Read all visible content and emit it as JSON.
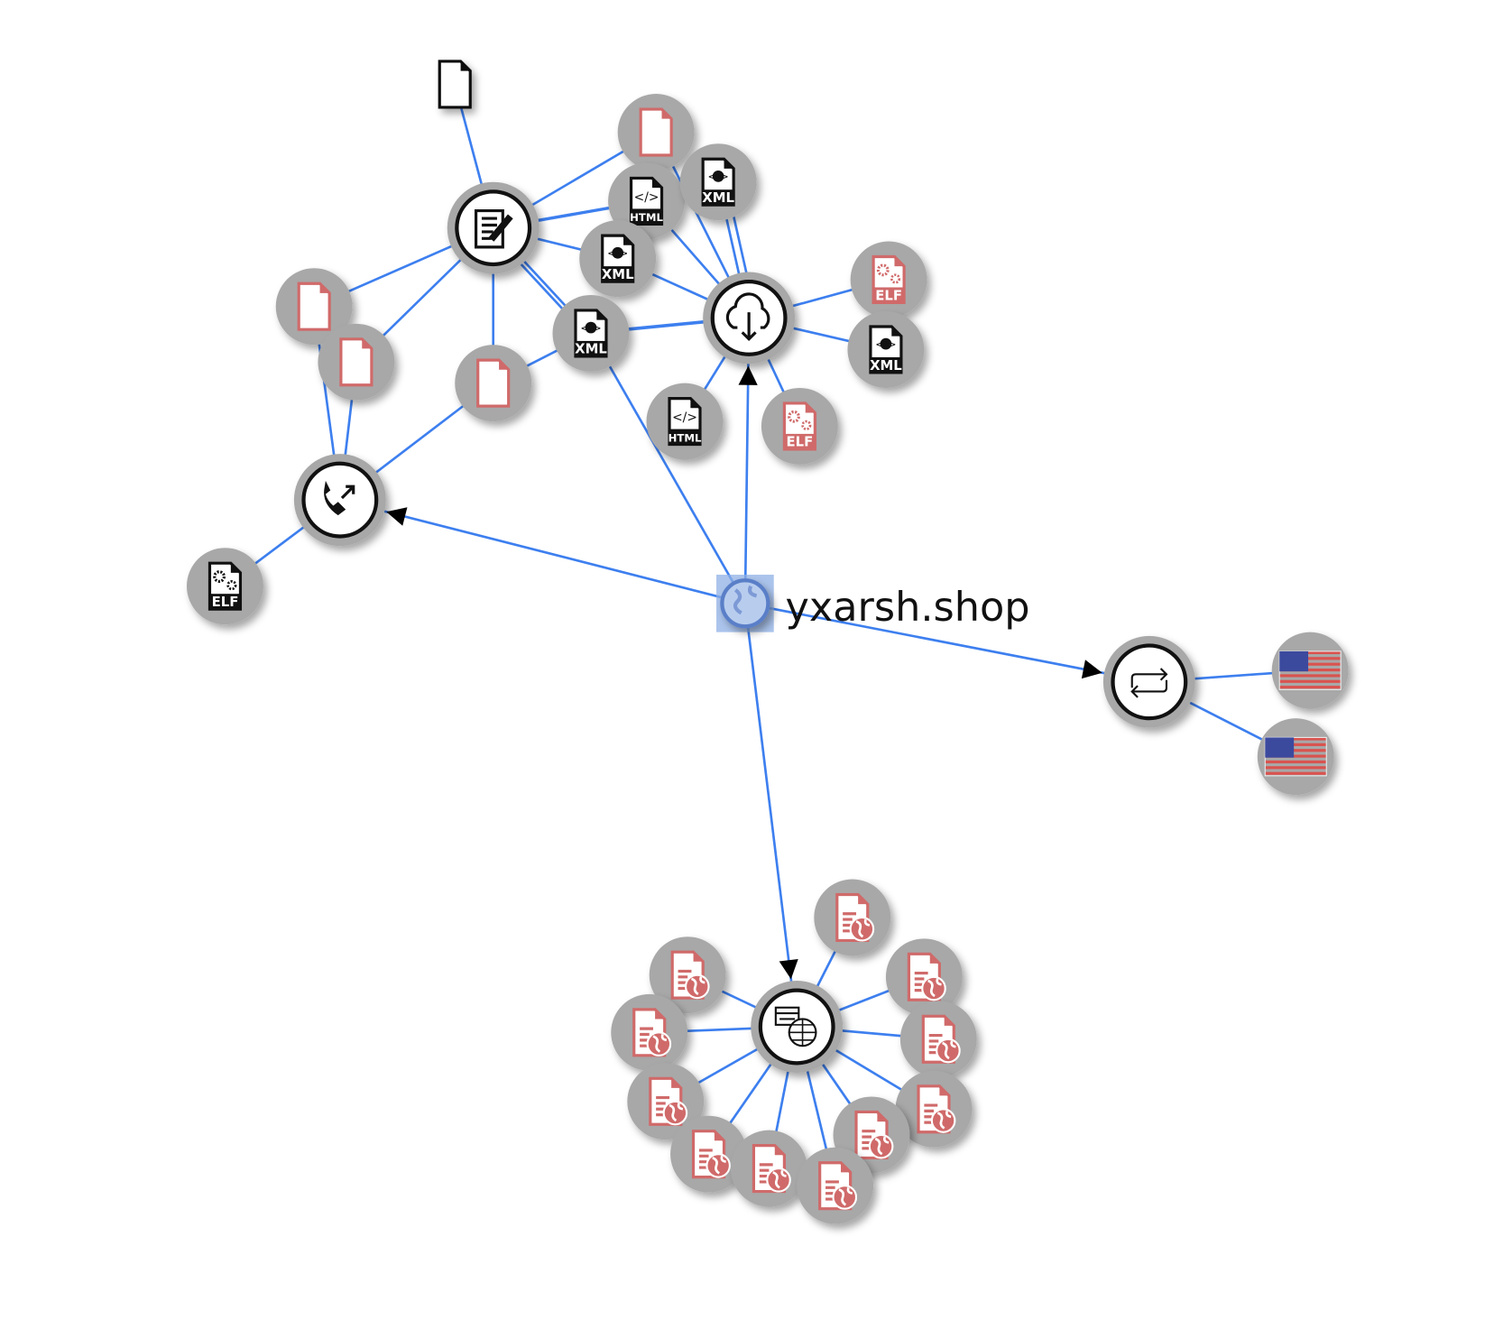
{
  "domain_node": {
    "label": "yxarsh.shop",
    "icon": "globe-icon"
  },
  "colors": {
    "edge": "#3d7fef",
    "node_ring": "#a8a8a8",
    "malicious": "#d06a6a",
    "arrow": "#000000",
    "domain_highlight": "#8fb0e6"
  },
  "hubs": {
    "contacted": {
      "icon": "document-edit-icon"
    },
    "downloaded": {
      "icon": "cloud-download-icon"
    },
    "communicating": {
      "icon": "phone-outgoing-icon"
    },
    "resolutions": {
      "icon": "exchange-arrows-icon"
    },
    "urls": {
      "icon": "web-globe-icon"
    }
  },
  "file_labels": {
    "xml": "XML",
    "html": "HTML",
    "elf": "ELF",
    "html_code": "</>"
  },
  "nodes": [
    {
      "id": "f1",
      "type": "file",
      "malicious": false,
      "ring": false
    },
    {
      "id": "f2",
      "type": "file",
      "malicious": true
    },
    {
      "id": "f3",
      "type": "html",
      "malicious": false
    },
    {
      "id": "f4",
      "type": "xml",
      "malicious": false
    },
    {
      "id": "f5",
      "type": "xml",
      "malicious": false
    },
    {
      "id": "f6",
      "type": "xml",
      "malicious": false
    },
    {
      "id": "f7",
      "type": "file",
      "malicious": true
    },
    {
      "id": "f8",
      "type": "file",
      "malicious": true
    },
    {
      "id": "f9",
      "type": "file",
      "malicious": true
    },
    {
      "id": "f10",
      "type": "elf",
      "malicious": true
    },
    {
      "id": "f11",
      "type": "xml",
      "malicious": false
    },
    {
      "id": "f12",
      "type": "html",
      "malicious": false
    },
    {
      "id": "f13",
      "type": "elf",
      "malicious": true
    },
    {
      "id": "f14",
      "type": "elf",
      "malicious": false
    },
    {
      "id": "c1",
      "type": "flag",
      "country": "US"
    },
    {
      "id": "c2",
      "type": "flag",
      "country": "US"
    },
    {
      "id": "u1",
      "type": "url",
      "malicious": true
    },
    {
      "id": "u2",
      "type": "url",
      "malicious": true
    },
    {
      "id": "u3",
      "type": "url",
      "malicious": true
    },
    {
      "id": "u4",
      "type": "url",
      "malicious": true
    },
    {
      "id": "u5",
      "type": "url",
      "malicious": true
    },
    {
      "id": "u6",
      "type": "url",
      "malicious": true
    },
    {
      "id": "u7",
      "type": "url",
      "malicious": true
    },
    {
      "id": "u8",
      "type": "url",
      "malicious": true
    },
    {
      "id": "u9",
      "type": "url",
      "malicious": true
    },
    {
      "id": "u10",
      "type": "url",
      "malicious": true
    },
    {
      "id": "u11",
      "type": "url",
      "malicious": true
    }
  ]
}
